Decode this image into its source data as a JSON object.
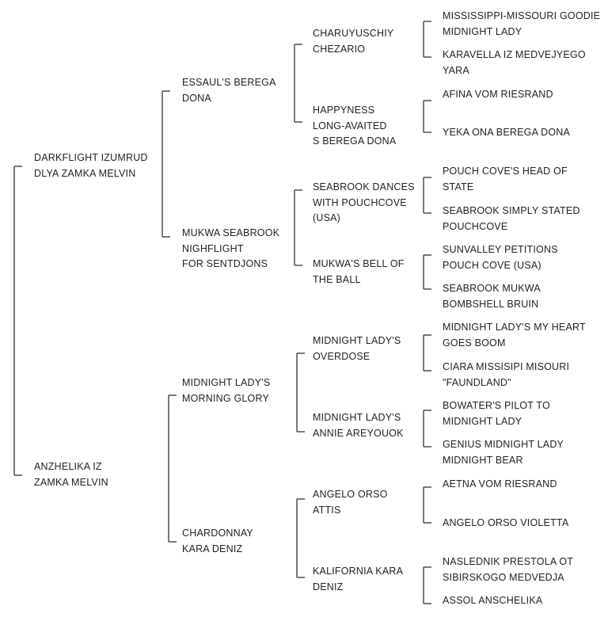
{
  "pedigree": {
    "sire": {
      "name": "DARKFLIGHT IZUMRUD\nDLYA ZAMKA MELVIN",
      "sire": {
        "name": "ESSAUL'S BEREGA\nDONA",
        "sire": {
          "name": "CHARUYUSCHIY\nCHEZARIO",
          "sire": "MISSISSIPPI-MISSOURI GOODIE\nMIDNIGHT LADY",
          "dam": "KARAVELLA IZ MEDVEJYEGO\nYARA"
        },
        "dam": {
          "name": "HAPPYNESS\nLONG-AVAITED\nS BEREGA DONA",
          "sire": "AFINA VOM RIESRAND",
          "dam": "YEKA ONA BEREGA DONA"
        }
      },
      "dam": {
        "name": "MUKWA SEABROOK\nNIGHFLIGHT\nFOR SENTDJONS",
        "sire": {
          "name": "SEABROOK DANCES\nWITH POUCHCOVE\n(USA)",
          "sire": "POUCH COVE'S HEAD OF\nSTATE",
          "dam": "SEABROOK SIMPLY STATED\nPOUCHCOVE"
        },
        "dam": {
          "name": "MUKWA'S  BELL OF\nTHE BALL",
          "sire": "SUNVALLEY PETITIONS\nPOUCH COVE (USA)",
          "dam": "SEABROOK MUKWA\nBOMBSHELL BRUIN"
        }
      }
    },
    "dam": {
      "name": "ANZHELIKA IZ\nZAMKA MELVIN",
      "sire": {
        "name": "MIDNIGHT LADY'S\nMORNING GLORY",
        "sire": {
          "name": "MIDNIGHT LADY'S\nOVERDOSE",
          "sire": "MIDNIGHT LADY'S MY HEART\nGOES BOOM",
          "dam": "CIARA MISSISIPI MISOURI\n\"FAUNDLAND\""
        },
        "dam": {
          "name": "MIDNIGHT LADY'S\nANNIE AREYOUOK",
          "sire": "BOWATER'S PILOT TO\nMIDNIGHT LADY",
          "dam": "GENIUS MIDNIGHT LADY\n MIDNIGHT BEAR"
        }
      },
      "dam": {
        "name": "CHARDONNAY\nKARA DENIZ",
        "sire": {
          "name": "ANGELO ORSO\nATTIS",
          "sire": "AETNA VOM RIESRAND",
          "dam": "ANGELO ORSO VIOLETTA"
        },
        "dam": {
          "name": "KALIFORNIA KARA\nDENIZ",
          "sire": "NASLEDNIK PRESTOLA OT\nSIBIRSKOGO MEDVEDJA",
          "dam": "ASSOL ANSCHELIKA"
        }
      }
    }
  }
}
